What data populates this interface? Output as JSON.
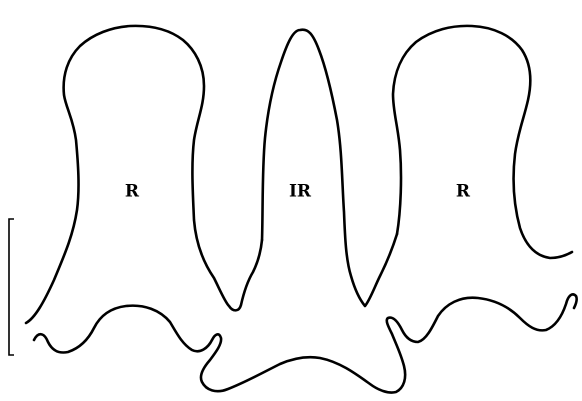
{
  "labels": {
    "left_region": "R",
    "middle_region": "IR",
    "right_region": "R"
  }
}
